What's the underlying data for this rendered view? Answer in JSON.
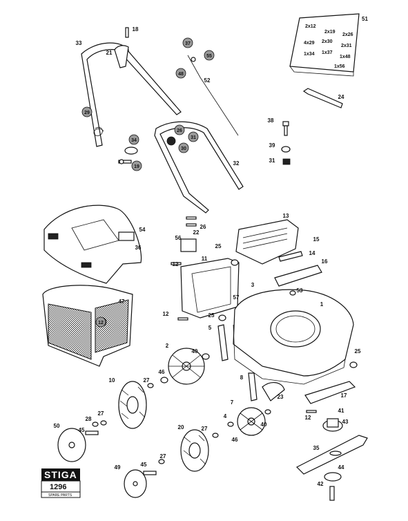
{
  "logo": {
    "brand": "STIGA",
    "number": "1296",
    "subtitle": "SPARE PARTS"
  },
  "kit_bag": {
    "number": "51",
    "contents": [
      "2x12",
      "2x19",
      "2x26",
      "4x29",
      "2x30",
      "2x31",
      "1x34",
      "1x37",
      "1x48",
      "1x56"
    ]
  },
  "callouts": [
    {
      "id": "c18",
      "text": "18"
    },
    {
      "id": "c33",
      "text": "33"
    },
    {
      "id": "c21",
      "text": "21"
    },
    {
      "id": "c37",
      "text": "37"
    },
    {
      "id": "c55",
      "text": "55"
    },
    {
      "id": "c48",
      "text": "48"
    },
    {
      "id": "c52",
      "text": "52"
    },
    {
      "id": "c24",
      "text": "24"
    },
    {
      "id": "c29",
      "text": "29"
    },
    {
      "id": "c34",
      "text": "34"
    },
    {
      "id": "c19",
      "text": "19"
    },
    {
      "id": "c26a",
      "text": "26"
    },
    {
      "id": "c31a",
      "text": "31"
    },
    {
      "id": "c30",
      "text": "30"
    },
    {
      "id": "c32",
      "text": "32"
    },
    {
      "id": "c38",
      "text": "38"
    },
    {
      "id": "c39",
      "text": "39"
    },
    {
      "id": "c31b",
      "text": "31"
    },
    {
      "id": "c13",
      "text": "13"
    },
    {
      "id": "c54",
      "text": "54"
    },
    {
      "id": "c22",
      "text": "22"
    },
    {
      "id": "c26b",
      "text": "26"
    },
    {
      "id": "c36",
      "text": "36"
    },
    {
      "id": "c56",
      "text": "56"
    },
    {
      "id": "c25a",
      "text": "25"
    },
    {
      "id": "c15",
      "text": "15"
    },
    {
      "id": "c14",
      "text": "14"
    },
    {
      "id": "c12a",
      "text": "12"
    },
    {
      "id": "c11",
      "text": "11"
    },
    {
      "id": "c16",
      "text": "16"
    },
    {
      "id": "c47",
      "text": "47"
    },
    {
      "id": "c3",
      "text": "3"
    },
    {
      "id": "c53",
      "text": "53"
    },
    {
      "id": "c57",
      "text": "57"
    },
    {
      "id": "c1",
      "text": "1"
    },
    {
      "id": "c12b",
      "text": "12"
    },
    {
      "id": "c12c",
      "text": "12"
    },
    {
      "id": "c25b",
      "text": "25"
    },
    {
      "id": "c5",
      "text": "5"
    },
    {
      "id": "c2",
      "text": "2"
    },
    {
      "id": "c40a",
      "text": "40"
    },
    {
      "id": "c25c",
      "text": "25"
    },
    {
      "id": "c10",
      "text": "10"
    },
    {
      "id": "c27a",
      "text": "27"
    },
    {
      "id": "c46a",
      "text": "46"
    },
    {
      "id": "c8",
      "text": "8"
    },
    {
      "id": "c23",
      "text": "23"
    },
    {
      "id": "c17",
      "text": "17"
    },
    {
      "id": "c7",
      "text": "7"
    },
    {
      "id": "c41",
      "text": "41"
    },
    {
      "id": "c28",
      "text": "28"
    },
    {
      "id": "c27b",
      "text": "27"
    },
    {
      "id": "c50",
      "text": "50"
    },
    {
      "id": "c45a",
      "text": "45"
    },
    {
      "id": "c4",
      "text": "4"
    },
    {
      "id": "c40b",
      "text": "40"
    },
    {
      "id": "c12d",
      "text": "12"
    },
    {
      "id": "c43",
      "text": "43"
    },
    {
      "id": "c20",
      "text": "20"
    },
    {
      "id": "c27c",
      "text": "27"
    },
    {
      "id": "c46b",
      "text": "46"
    },
    {
      "id": "c35",
      "text": "35"
    },
    {
      "id": "c27d",
      "text": "27"
    },
    {
      "id": "c44",
      "text": "44"
    },
    {
      "id": "c49",
      "text": "49"
    },
    {
      "id": "c45b",
      "text": "45"
    },
    {
      "id": "c42",
      "text": "42"
    }
  ]
}
